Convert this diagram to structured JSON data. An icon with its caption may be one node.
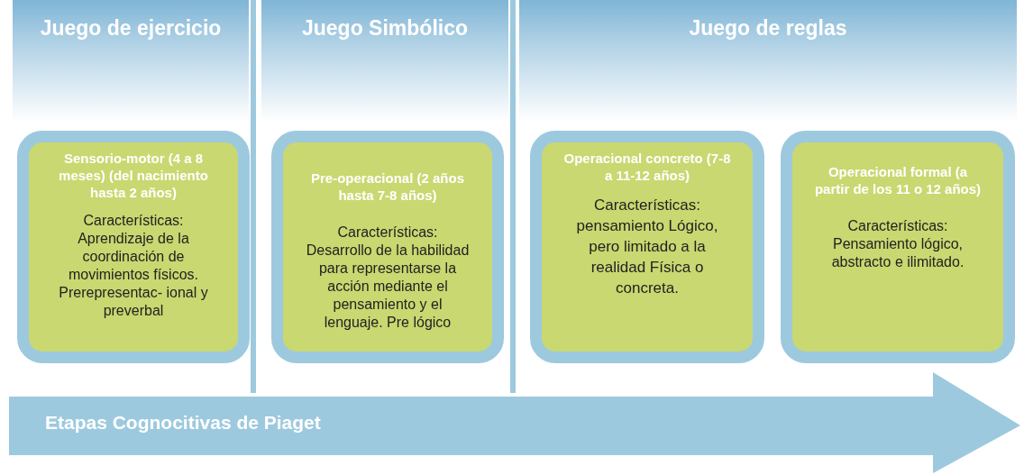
{
  "diagram": {
    "nodes": [
      {
        "text": [
          "Juego de ejercicio"
        ]
      },
      {
        "text": [
          "Sensorio-motor (4 a 8 meses) (del nacimiento hasta 2 años)",
          "Características: Aprendizaje de la coordinación de movimientos físicos. Prerepresentac- ional y preverbal"
        ],
        "in": 0
      },
      {
        "text": [
          "Juego Simbólico"
        ]
      },
      {
        "text": [
          "Pre-operacional (2 años hasta 7-8 años)",
          "Características: Desarrollo de la habilidad para representarse la acción mediante el pensamiento y el lenguaje. Pre lógico"
        ],
        "in": 2
      },
      {
        "text": [
          "Juego de reglas"
        ]
      },
      {
        "text": [
          "Operacional concreto (7-8 a 11-12 años)",
          "Características: pensamiento Lógico, pero limitado a la realidad Física o concreta."
        ],
        "in": 4
      },
      {
        "text": [
          "Operacional formal (a partir de los 11 o 12 años)",
          "Características: Pensamiento lógico, abstracto e ilimitado."
        ],
        "in": 4
      },
      {
        "text": [
          "Etapas Cognocitivas de Piaget"
        ]
      }
    ],
    "edges": []
  }
}
